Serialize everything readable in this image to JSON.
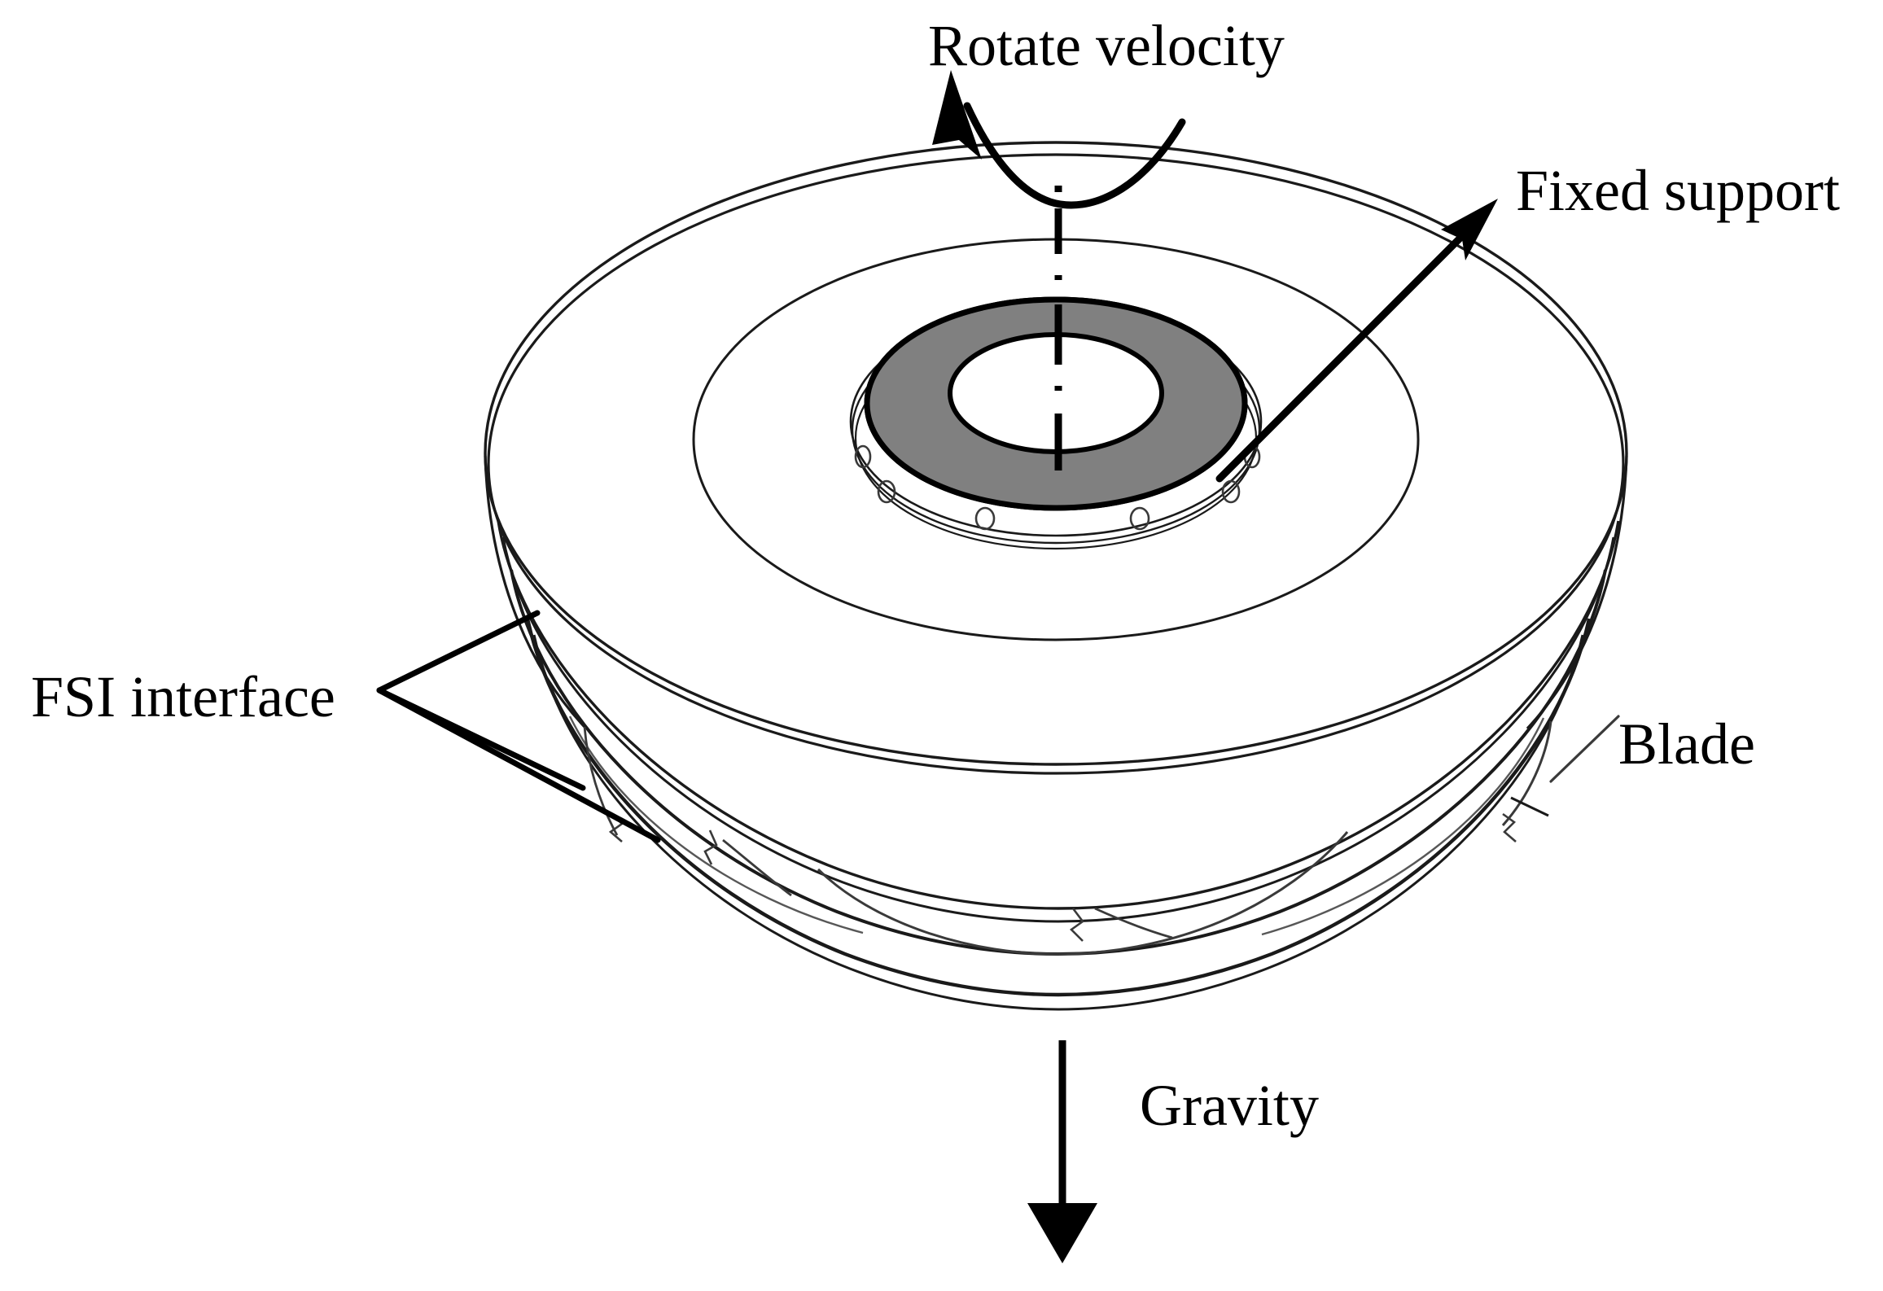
{
  "figure": {
    "title": "Centrifugal impeller fluid-structure interaction boundary condition schematic",
    "subject": "closed centrifugal pump impeller in isometric view",
    "background_color": "#ffffff",
    "line_color": "#000000",
    "shaded_region_color": "#808080"
  },
  "labels": {
    "rotate_velocity": "Rotate velocity",
    "fixed_support": "Fixed support",
    "fsi_interface": "FSI interface",
    "blade": "Blade",
    "gravity": "Gravity"
  },
  "annotations": [
    {
      "id": "rotate-velocity",
      "text": "Rotate velocity",
      "marker": "curved-arrow",
      "direction": "counter-clockwise, arrowhead up-left",
      "points_to": "top shroud surface of impeller"
    },
    {
      "id": "fixed-support",
      "text": "Fixed support",
      "marker": "straight-arrow",
      "direction": "up-right",
      "points_to": "grey annular hub face"
    },
    {
      "id": "fsi-interface",
      "text": "FSI interface",
      "marker": "three-leader-lines",
      "direction": "right",
      "points_to": "front shroud edge, blade surfaces and hub passage walls"
    },
    {
      "id": "blade",
      "text": "Blade",
      "marker": "leader-line",
      "direction": "down-left",
      "points_to": "blade trailing edge at impeller outlet"
    },
    {
      "id": "gravity",
      "text": "Gravity",
      "marker": "straight-arrow",
      "direction": "down",
      "points_to": "below impeller, vertical downward"
    }
  ],
  "geometry": {
    "shaded_annulus_name": "fixed support hub face",
    "centerline_style": "dash-dot rotation axis",
    "visible_parts": [
      "front shroud",
      "rear shroud",
      "blades",
      "hub boss with bolt holes",
      "outlet rim"
    ]
  }
}
